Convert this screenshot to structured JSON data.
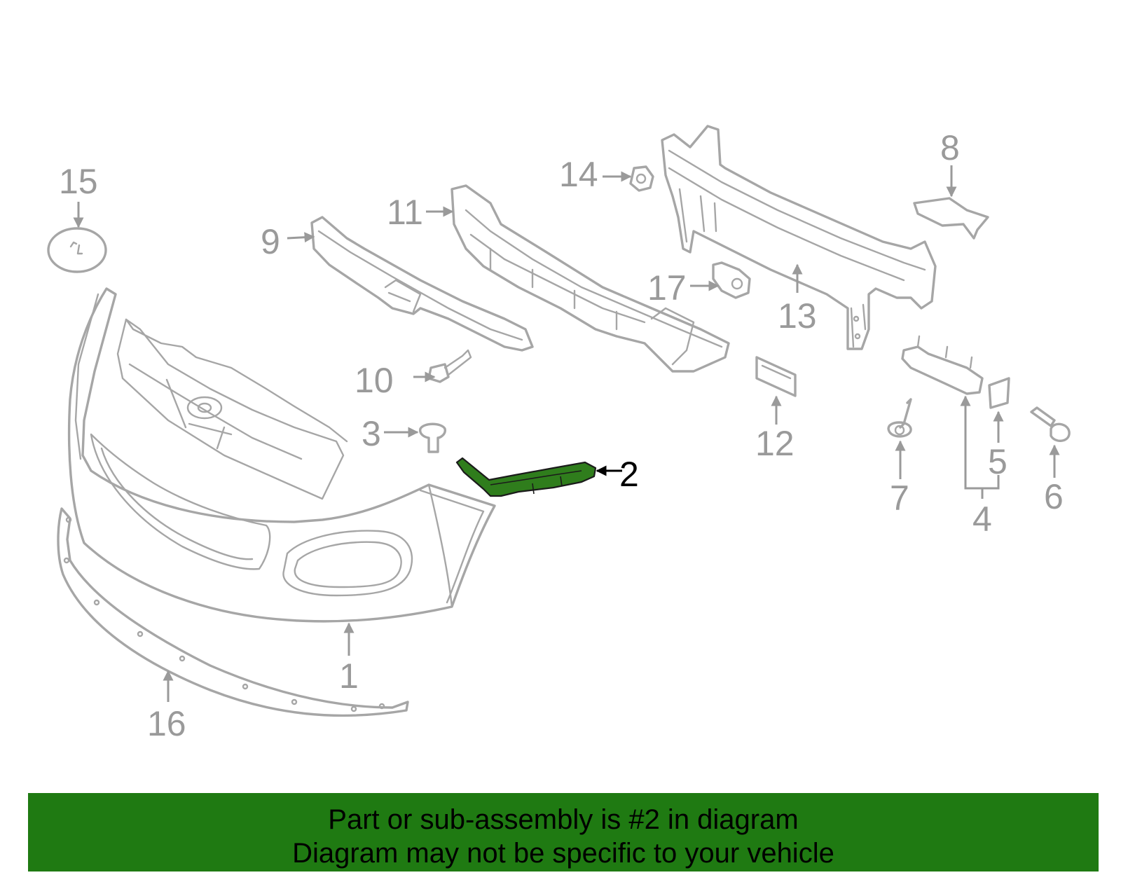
{
  "callouts": {
    "p1": "1",
    "p2": "2",
    "p3": "3",
    "p4": "4",
    "p5": "5",
    "p6": "6",
    "p7": "7",
    "p8": "8",
    "p9": "9",
    "p10": "10",
    "p11": "11",
    "p12": "12",
    "p13": "13",
    "p14": "14",
    "p15": "15",
    "p16": "16",
    "p17": "17"
  },
  "highlighted_part": "2",
  "colors": {
    "highlight": "#2f7d1c",
    "banner": "#1f7a12",
    "line": "#a6a6a6"
  },
  "banner": {
    "line1": "Part or sub-assembly is #2 in diagram",
    "line2": "Diagram may not be specific to your vehicle"
  }
}
